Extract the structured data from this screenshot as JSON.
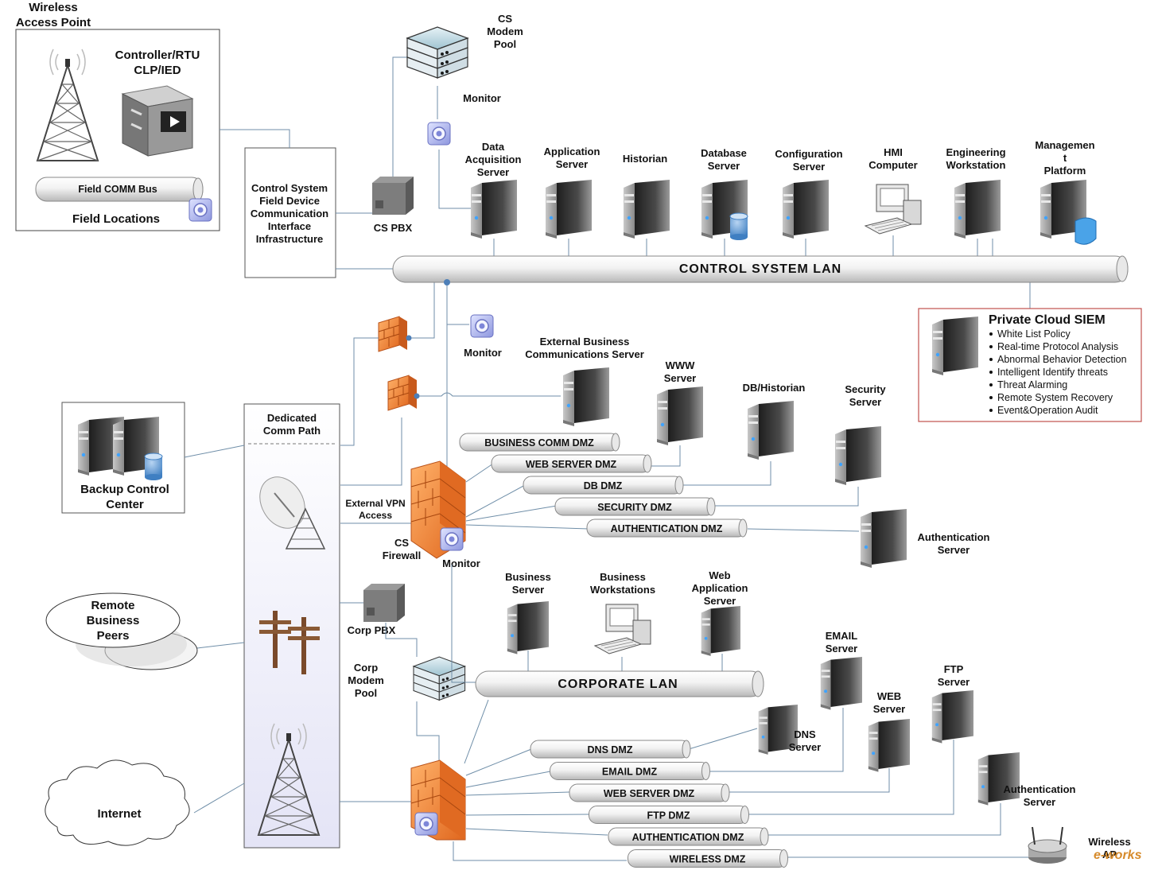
{
  "field": {
    "wireless_ap": [
      "Wireless",
      "Access Point"
    ],
    "controller": [
      "Controller/RTU",
      "CLP/IED"
    ],
    "bus": "Field COMM Bus",
    "locations": "Field Locations"
  },
  "cs_comm": [
    "Control System",
    "Field Device",
    "Communication",
    "Interface",
    "Infrastructure"
  ],
  "cs_modem_pool": [
    "CS",
    "Modem",
    "Pool"
  ],
  "cs_pbx": "CS PBX",
  "monitor": "Monitor",
  "control_servers": [
    {
      "label": [
        "Data",
        "Acquisition",
        "Server"
      ]
    },
    {
      "label": [
        "Application",
        "Server"
      ]
    },
    {
      "label": [
        "Historian"
      ]
    },
    {
      "label": [
        "Database",
        "Server"
      ]
    },
    {
      "label": [
        "Configuration",
        "Server"
      ]
    },
    {
      "label": [
        "HMI",
        "Computer"
      ]
    },
    {
      "label": [
        "Engineering",
        "Workstation"
      ]
    },
    {
      "label": [
        "Managemen",
        "t",
        "Platform"
      ]
    }
  ],
  "control_lan": "CONTROL  SYSTEM  LAN",
  "siem": {
    "title": "Private Cloud SIEM",
    "items": [
      "White List Policy",
      "Real-time Protocol Analysis",
      "Abnormal Behavior Detection",
      "Intelligent Identify threats",
      "Threat Alarming",
      "Remote System Recovery",
      "Event&Operation Audit"
    ]
  },
  "ext_biz_server": [
    "External Business",
    "Communications Server"
  ],
  "www_server": [
    "WWW",
    "Server"
  ],
  "db_historian": "DB/Historian",
  "security_server": [
    "Security",
    "Server"
  ],
  "auth_server_1": [
    "Authentication",
    "Server"
  ],
  "dmz_upper": [
    "BUSINESS COMM DMZ",
    "WEB SERVER DMZ",
    "DB DMZ",
    "SECURITY DMZ",
    "AUTHENTICATION DMZ"
  ],
  "backup": [
    "Backup Control",
    "Center"
  ],
  "dedicated": [
    "Dedicated",
    "Comm Path"
  ],
  "ext_vpn": [
    "External VPN",
    "Access"
  ],
  "cs_firewall": [
    "CS",
    "Firewall"
  ],
  "remote_peers": [
    "Remote",
    "Business",
    "Peers"
  ],
  "internet": "Internet",
  "corp_pbx": "Corp PBX",
  "corp_modem_pool": [
    "Corp",
    "Modem",
    "Pool"
  ],
  "corp_servers": [
    {
      "label": [
        "Business",
        "Server"
      ]
    },
    {
      "label": [
        "Business",
        "Workstations"
      ]
    },
    {
      "label": [
        "Web",
        "Application",
        "Server"
      ]
    }
  ],
  "corporate_lan": "CORPORATE  LAN",
  "email_server": [
    "EMAIL",
    "Server"
  ],
  "web_server": [
    "WEB",
    "Server"
  ],
  "ftp_server": [
    "FTP",
    "Server"
  ],
  "dns_server": [
    "DNS",
    "Server"
  ],
  "auth_server_2": [
    "Authentication",
    "Server"
  ],
  "dmz_lower": [
    "DNS DMZ",
    "EMAIL DMZ",
    "WEB SERVER DMZ",
    "FTP DMZ",
    "AUTHENTICATION DMZ",
    "WIRELESS DMZ"
  ],
  "wireless_ap_bottom": [
    "Wireless",
    "AP"
  ],
  "watermark": "e-works",
  "colors": {
    "firewall": "#f08a3a",
    "monitor": "#9aa3e6",
    "siem_border": "#c0504d",
    "line": "#6f8ea8"
  }
}
